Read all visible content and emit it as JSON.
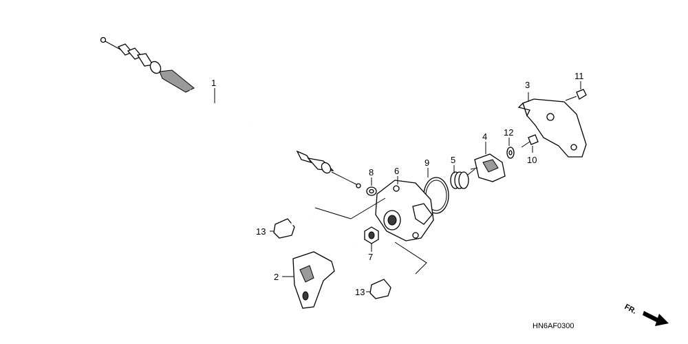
{
  "diagram": {
    "callouts": [
      {
        "id": "c1",
        "label": "1"
      },
      {
        "id": "c2",
        "label": "2"
      },
      {
        "id": "c3",
        "label": "3"
      },
      {
        "id": "c4",
        "label": "4"
      },
      {
        "id": "c5",
        "label": "5"
      },
      {
        "id": "c6",
        "label": "6"
      },
      {
        "id": "c7",
        "label": "7"
      },
      {
        "id": "c8",
        "label": "8"
      },
      {
        "id": "c9",
        "label": "9"
      },
      {
        "id": "c10",
        "label": "10"
      },
      {
        "id": "c11",
        "label": "11"
      },
      {
        "id": "c12",
        "label": "12"
      },
      {
        "id": "c13a",
        "label": "13"
      },
      {
        "id": "c13b",
        "label": "13"
      }
    ],
    "drawing_code": "HN6AF0300",
    "front_indicator": "FR."
  }
}
